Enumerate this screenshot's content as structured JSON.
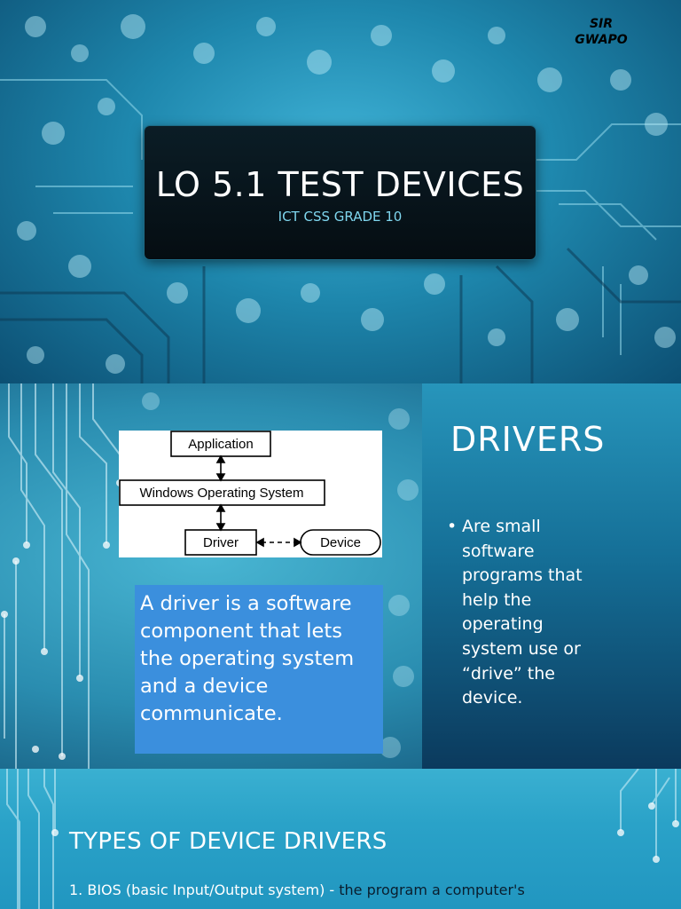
{
  "slide1": {
    "author": "SIR GWAPO",
    "title": "LO 5.1 TEST DEVICES",
    "subtitle": "ICT CSS GRADE 10"
  },
  "slide2": {
    "heading": "DRIVERS",
    "bullet": "Are small software programs that help the operating system use or “drive” the device.",
    "callout": "A driver is a software component that lets the operating system and a device communicate.",
    "diagram": {
      "application": "Application",
      "os": "Windows Operating System",
      "driver": "Driver",
      "device": "Device"
    }
  },
  "slide3": {
    "heading": "TYPES OF DEVICE DRIVERS",
    "bios_label": "1. BIOS (basic Input/Output system) - ",
    "bios_desc": "the program a computer's"
  },
  "colors": {
    "callout_bg": "#3b8fdd",
    "title_box_bg": "#050d12",
    "subtitle": "#7fd6ee",
    "bios_desc": "#0a1e2e"
  }
}
